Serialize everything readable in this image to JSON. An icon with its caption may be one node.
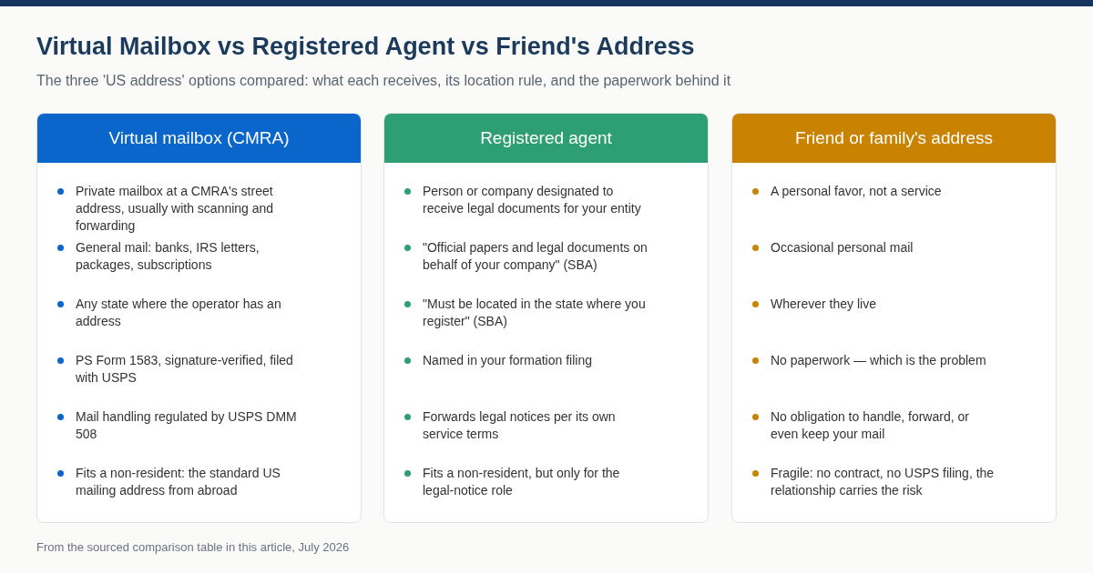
{
  "diagram": {
    "title": "Virtual Mailbox vs Registered Agent vs Friend's Address",
    "caption": "From the sourced comparison table in this article, July 2026",
    "labels": [
      "The three 'US address' options compared: what each receives, its location rule, and the paperwork behind it"
    ],
    "nodes": [
      {
        "text": [
          "Virtual mailbox (CMRA)",
          "Private mailbox at a CMRA's street address, usually with scanning and forwarding",
          "General mail: banks, IRS letters, packages, subscriptions",
          "Any state where the operator has an address",
          "PS Form 1583, signature-verified, filed with USPS",
          "Mail handling regulated by USPS DMM 508",
          "Fits a non-resident: the standard US mailing address from abroad"
        ]
      },
      {
        "text": [
          "Registered agent",
          "Person or company designated to receive legal documents for your entity",
          "\"Official papers and legal documents on behalf of your company\" (SBA)",
          "\"Must be located in the state where you register\" (SBA)",
          "Named in your formation filing",
          "Forwards legal notices per its own service terms",
          "Fits a non-resident, but only for the legal-notice role"
        ]
      },
      {
        "text": [
          "Friend or family's address",
          "A personal favor, not a service",
          "Occasional personal mail",
          "Wherever they live",
          "No paperwork — which is the problem",
          "No obligation to handle, forward, or even keep your mail",
          "Fragile: no contract, no USPS filing, the relationship carries the risk"
        ]
      }
    ]
  }
}
